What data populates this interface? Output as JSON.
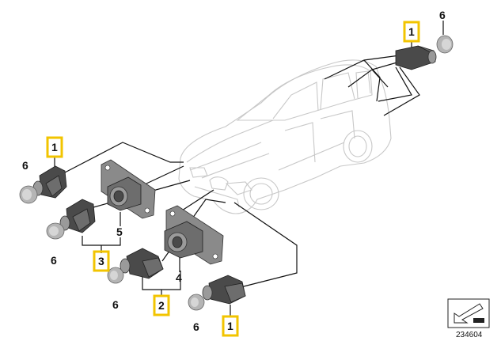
{
  "diagram": {
    "reference_number": "234604",
    "callouts": {
      "top_right_1": "1",
      "top_right_6": "6",
      "left_1": "1",
      "left_6": "6",
      "label_5": "5",
      "label_3": "3",
      "left_lower_6": "6",
      "label_4": "4",
      "mid_6": "6",
      "label_2": "2",
      "bottom_6": "6",
      "bottom_1": "1"
    }
  }
}
